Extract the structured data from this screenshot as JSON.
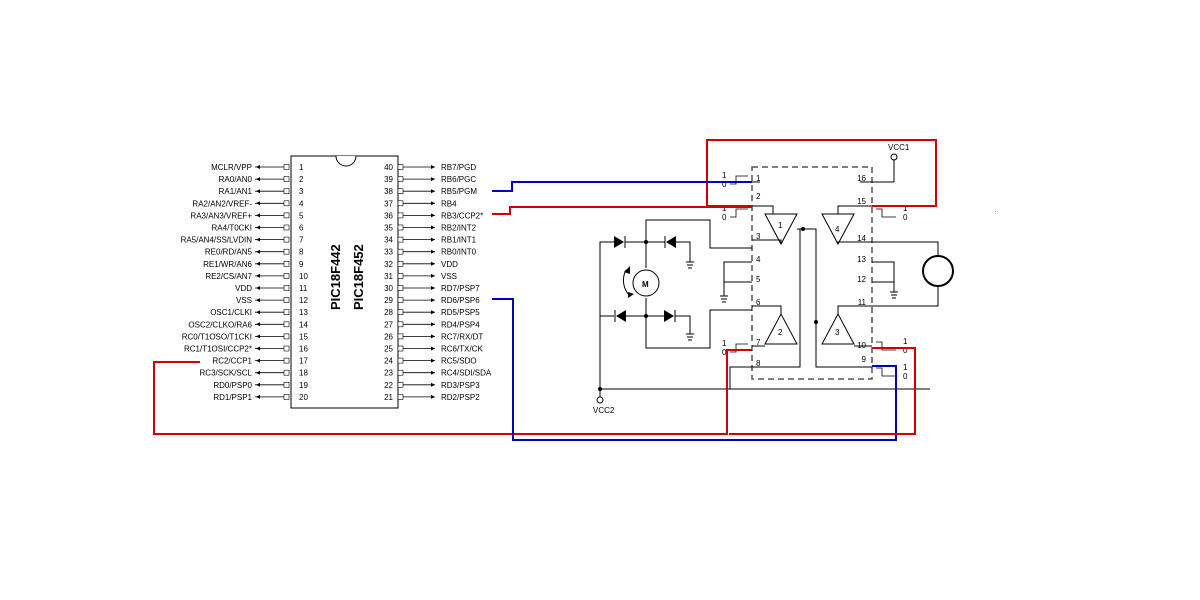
{
  "mcu": {
    "names": [
      "PIC18F442",
      "PIC18F452"
    ],
    "left_pins": [
      {
        "num": "1",
        "label": "MCLR/VPP"
      },
      {
        "num": "2",
        "label": "RA0/AN0"
      },
      {
        "num": "3",
        "label": "RA1/AN1"
      },
      {
        "num": "4",
        "label": "RA2/AN2/VREF-"
      },
      {
        "num": "5",
        "label": "RA3/AN3/VREF+"
      },
      {
        "num": "6",
        "label": "RA4/T0CKI"
      },
      {
        "num": "7",
        "label": "RA5/AN4/SS/LVDIN"
      },
      {
        "num": "8",
        "label": "RE0/RD/AN5"
      },
      {
        "num": "9",
        "label": "RE1/WR/AN6"
      },
      {
        "num": "10",
        "label": "RE2/CS/AN7"
      },
      {
        "num": "11",
        "label": "VDD"
      },
      {
        "num": "12",
        "label": "VSS"
      },
      {
        "num": "13",
        "label": "OSC1/CLKI"
      },
      {
        "num": "14",
        "label": "OSC2/CLKO/RA6"
      },
      {
        "num": "15",
        "label": "RC0/T1OSO/T1CKI"
      },
      {
        "num": "16",
        "label": "RC1/T1OSI/CCP2*"
      },
      {
        "num": "17",
        "label": "RC2/CCP1"
      },
      {
        "num": "18",
        "label": "RC3/SCK/SCL"
      },
      {
        "num": "19",
        "label": "RD0/PSP0"
      },
      {
        "num": "20",
        "label": "RD1/PSP1"
      }
    ],
    "right_pins": [
      {
        "num": "40",
        "label": "RB7/PGD"
      },
      {
        "num": "39",
        "label": "RB6/PGC"
      },
      {
        "num": "38",
        "label": "RB5/PGM"
      },
      {
        "num": "37",
        "label": "RB4"
      },
      {
        "num": "36",
        "label": "RB3/CCP2*"
      },
      {
        "num": "35",
        "label": "RB2/INT2"
      },
      {
        "num": "34",
        "label": "RB1/INT1"
      },
      {
        "num": "33",
        "label": "RB0/INT0"
      },
      {
        "num": "32",
        "label": "VDD"
      },
      {
        "num": "31",
        "label": "VSS"
      },
      {
        "num": "30",
        "label": "RD7/PSP7"
      },
      {
        "num": "29",
        "label": "RD6/PSP6"
      },
      {
        "num": "28",
        "label": "RD5/PSP5"
      },
      {
        "num": "27",
        "label": "RD4/PSP4"
      },
      {
        "num": "26",
        "label": "RC7/RX/DT"
      },
      {
        "num": "25",
        "label": "RC6/TX/CK"
      },
      {
        "num": "24",
        "label": "RC5/SDO"
      },
      {
        "num": "23",
        "label": "RC4/SDI/SDA"
      },
      {
        "num": "22",
        "label": "RD3/PSP3"
      },
      {
        "num": "21",
        "label": "RD2/PSP2"
      }
    ]
  },
  "driver": {
    "pins_left": [
      "1",
      "2",
      "3",
      "4",
      "5",
      "6",
      "7",
      "8"
    ],
    "pins_right": [
      "16",
      "15",
      "14",
      "13",
      "12",
      "11",
      "10",
      "9"
    ],
    "buffers": [
      "1",
      "2",
      "3",
      "4"
    ],
    "vcc1": "VCC1",
    "vcc2": "VCC2",
    "logic_one": "1",
    "logic_zero": "0"
  },
  "motor": {
    "label": "M"
  },
  "colors": {
    "red": "#d00000",
    "blue": "#0000c0",
    "black": "#000000"
  }
}
